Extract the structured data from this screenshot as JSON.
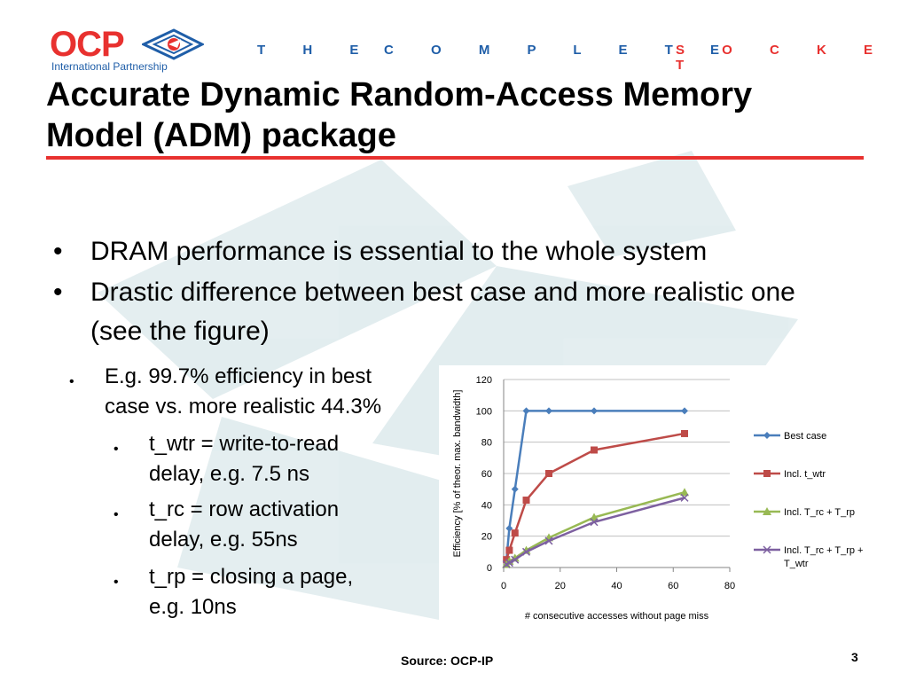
{
  "header": {
    "logo_text": "OCP",
    "logo_sub": "International Partnership",
    "tagline_the": "T H E",
    "tagline_complete": "C O M P L E T E",
    "tagline_socket": "S O C K E T"
  },
  "title": {
    "line1": "Accurate Dynamic Random-Access Memory",
    "line2": "Model (ADM) package"
  },
  "bullets": [
    {
      "text": "DRAM performance is essential to the whole system"
    },
    {
      "text": "Drastic difference between best case and more realistic one (see the figure)"
    }
  ],
  "subbullets": [
    {
      "line1": "E.g. 99.7% efficiency in best",
      "line2": "case vs. more realistic 44.3%"
    },
    {
      "line1": "t_wtr = write-to-read",
      "line2": "delay, e.g. 7.5 ns"
    },
    {
      "line1": "t_rc = row activation",
      "line2": "delay, e.g. 55ns"
    },
    {
      "line1": "t_rp = closing a page,",
      "line2": "e.g. 10ns"
    }
  ],
  "footer": {
    "source": "Source: OCP-IP",
    "page_number": "3"
  },
  "colors": {
    "accent_red": "#e8312f",
    "brand_blue": "#1f5ea8"
  },
  "chart_data": {
    "type": "line",
    "title": "",
    "xlabel": "# consecutive  accesses  without page  miss",
    "ylabel": "Efficiency  [% of theor. max. bandwidth]",
    "xlim": [
      0,
      80
    ],
    "ylim": [
      0,
      120
    ],
    "xticks": [
      0,
      20,
      40,
      60,
      80
    ],
    "yticks": [
      0,
      20,
      40,
      60,
      80,
      100,
      120
    ],
    "grid": "horizontal",
    "legend": "right",
    "series": [
      {
        "name": "Best case",
        "color": "#4a7ebb",
        "marker": "diamond",
        "x": [
          1,
          2,
          4,
          8,
          16,
          32,
          64
        ],
        "y": [
          5,
          25,
          50,
          100,
          100,
          100,
          100
        ]
      },
      {
        "name": "Incl. t_wtr",
        "color": "#be4b48",
        "marker": "square",
        "x": [
          1,
          2,
          4,
          8,
          16,
          32,
          64
        ],
        "y": [
          5,
          11,
          22,
          43,
          60,
          75,
          85.5
        ]
      },
      {
        "name": "Incl. T_rc + T_rp",
        "color": "#98b954",
        "marker": "triangle",
        "x": [
          1,
          2,
          4,
          8,
          16,
          32,
          64
        ],
        "y": [
          2,
          4,
          6,
          11,
          19,
          32,
          48
        ]
      },
      {
        "name": "Incl. T_rc + T_rp + T_wtr",
        "color": "#7d60a0",
        "marker": "x",
        "x": [
          1,
          2,
          4,
          8,
          16,
          32,
          64
        ],
        "y": [
          2,
          3,
          5,
          10,
          17,
          29,
          44.5
        ]
      }
    ]
  }
}
